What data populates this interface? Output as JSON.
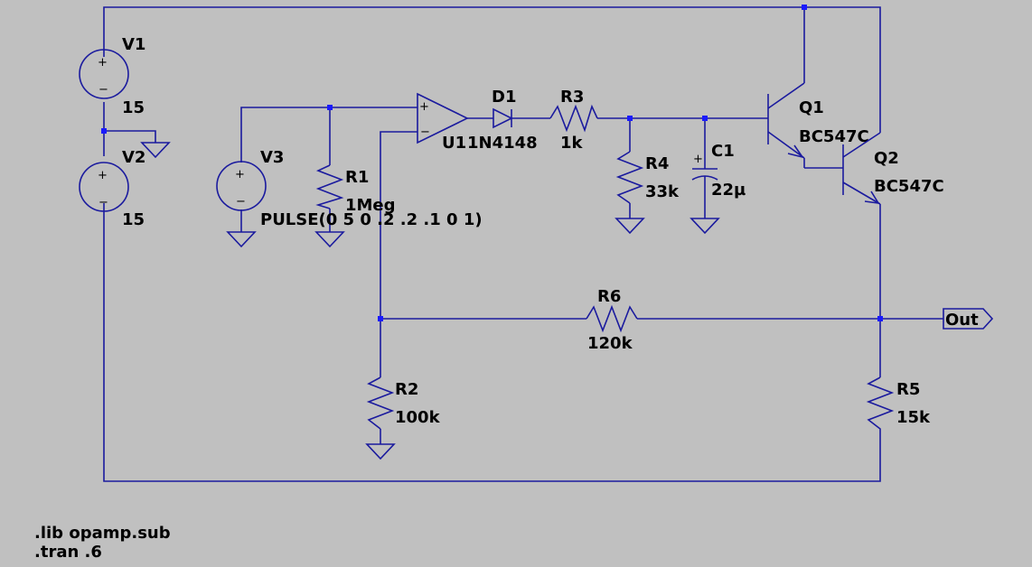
{
  "colors": {
    "background": "#c0c0c0",
    "wire": "#1a1a9e",
    "junction": "#1a1aff",
    "text": "#000000"
  },
  "components": {
    "V1": {
      "name": "V1",
      "value": "15"
    },
    "V2": {
      "name": "V2",
      "value": "15"
    },
    "V3": {
      "name": "V3",
      "value": "PULSE(0 5 0 .2 .2 .1 0 1)"
    },
    "R1": {
      "name": "R1",
      "value": "1Meg"
    },
    "U1": {
      "name": "U1"
    },
    "D1": {
      "name": "D1",
      "value": "1N4148"
    },
    "R3": {
      "name": "R3",
      "value": "1k"
    },
    "R4": {
      "name": "R4",
      "value": "33k"
    },
    "C1": {
      "name": "C1",
      "value": "22µ"
    },
    "Q1": {
      "name": "Q1",
      "value": "BC547C"
    },
    "Q2": {
      "name": "Q2",
      "value": "BC547C"
    },
    "R6": {
      "name": "R6",
      "value": "120k"
    },
    "R2": {
      "name": "R2",
      "value": "100k"
    },
    "R5": {
      "name": "R5",
      "value": "15k"
    }
  },
  "net_labels": {
    "out": "Out"
  },
  "opamp_pins": {
    "plus": "+",
    "minus": "−"
  },
  "source_pins": {
    "plus": "+",
    "minus": "−"
  },
  "cap_polarity": "+",
  "directives": [
    ".lib opamp.sub",
    ".tran .6"
  ]
}
